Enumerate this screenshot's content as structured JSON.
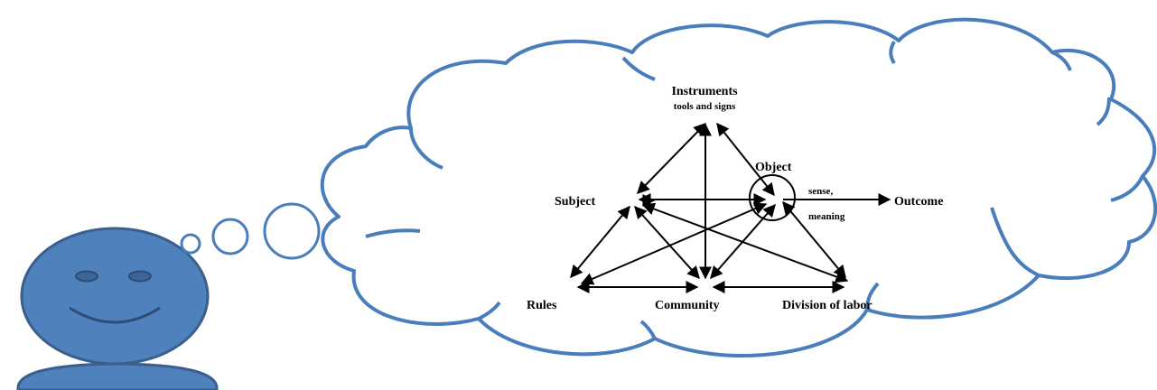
{
  "diagram": {
    "nodes": {
      "instruments": "Instruments",
      "instruments_sub": "tools and signs",
      "object": "Object",
      "subject": "Subject",
      "sense": "sense,",
      "meaning": "meaning",
      "outcome": "Outcome",
      "rules": "Rules",
      "community": "Community",
      "division": "Division of labor"
    }
  },
  "colors": {
    "cloud_stroke": "#4a7dbb",
    "figure_fill": "#4f81bd",
    "figure_stroke": "#3a5f8c",
    "ink": "#000000"
  }
}
